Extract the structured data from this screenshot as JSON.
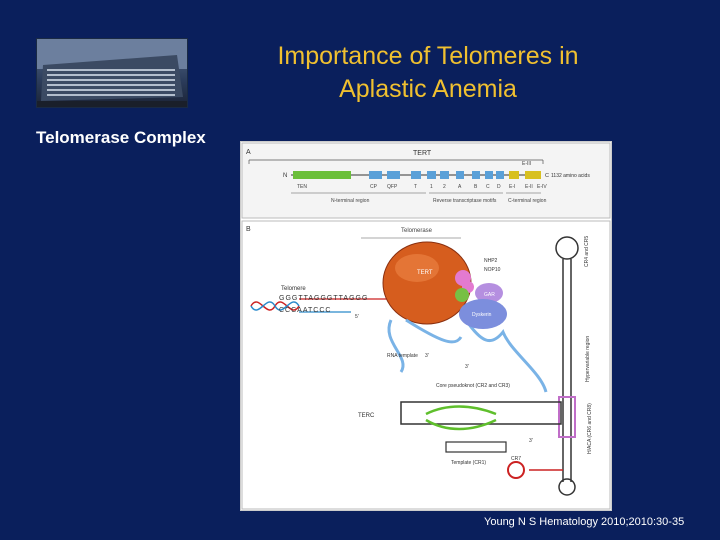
{
  "slide": {
    "title_line1": "Importance of Telomeres in",
    "title_line2": "Aplastic Anemia",
    "subtitle": "Telomerase Complex",
    "citation": "Young N S Hematology 2010;2010:30-35"
  },
  "figure": {
    "panel_a": {
      "letter": "A",
      "protein": "TERT",
      "n_term": "N",
      "c_term": "C",
      "length": "1132 amino acids",
      "ten": "TEN",
      "cp": "CP",
      "qfp": "QFP",
      "t": "T",
      "m1": "1",
      "m2": "2",
      "ma": "A",
      "mb": "B",
      "mc": "C",
      "md": "D",
      "me1": "E-I",
      "me2": "E-II",
      "me3": "E-III",
      "me4": "E-IV",
      "region1": "N-terminal region",
      "region2": "Reverse transcriptase motifs",
      "region3": "C-terminal region"
    },
    "panel_b": {
      "letter": "B",
      "telomerase": "Telomerase",
      "telomere": "Telomere",
      "tert": "TERT",
      "nhp2": "NHP2",
      "nop10": "NOP10",
      "gar": "GAR",
      "dyskerin": "Dyskerin",
      "seq_top": "GGGTTAGGGTTAGGG",
      "seq_bottom": "CCCAATCCC",
      "five_prime": "5'",
      "three_prime_a": "3'",
      "three_prime_b": "3'",
      "three_prime_c": "3'",
      "rna_template": "RNA template",
      "core_pseudoknot": "Core pseudoknot (CR2 and CR3)",
      "terc": "TERC",
      "template_cr1": "Template (CR1)",
      "cr7": "CR7",
      "cr4_cr5": "CR4 and CR5",
      "hypervariable": "Hypervariable region",
      "haca": "H/ACA (CR6 and CR8)"
    }
  }
}
